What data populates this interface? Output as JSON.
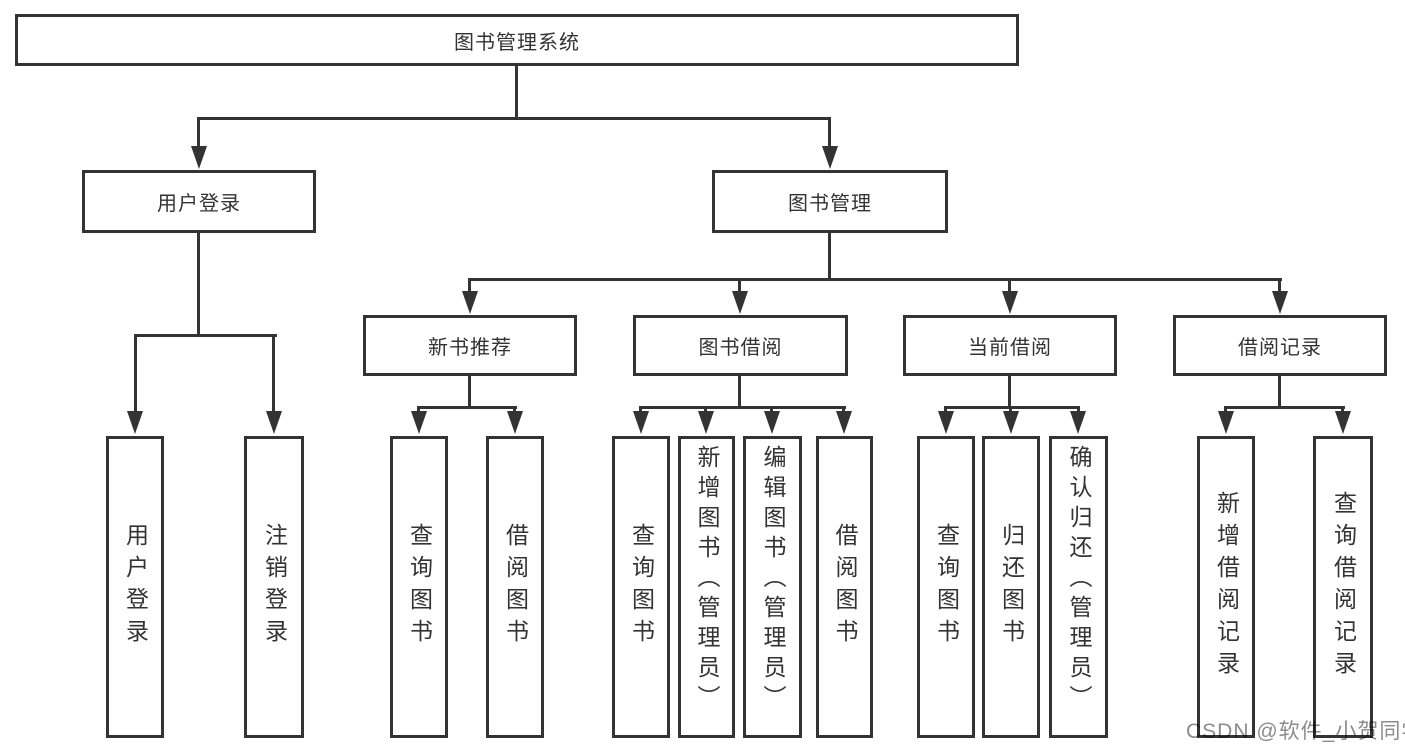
{
  "colors": {
    "line": "#333333",
    "text": "#333333",
    "background": "#ffffff",
    "watermark": "#8c8c8c"
  },
  "tree": {
    "root": {
      "label": "图书管理系统"
    },
    "level2": [
      {
        "label": "用户登录"
      },
      {
        "label": "图书管理"
      }
    ],
    "level3": [
      {
        "label": "新书推荐",
        "parent": "图书管理"
      },
      {
        "label": "图书借阅",
        "parent": "图书管理"
      },
      {
        "label": "当前借阅",
        "parent": "图书管理"
      },
      {
        "label": "借阅记录",
        "parent": "图书管理"
      }
    ],
    "leaves": [
      {
        "label": "用户登录",
        "parent": "用户登录"
      },
      {
        "label": "注销登录",
        "parent": "用户登录"
      },
      {
        "label": "查询图书",
        "parent": "新书推荐"
      },
      {
        "label": "借阅图书",
        "parent": "新书推荐"
      },
      {
        "label": "查询图书",
        "parent": "图书借阅"
      },
      {
        "label": "新增图书（管理员）",
        "parent": "图书借阅"
      },
      {
        "label": "编辑图书（管理员）",
        "parent": "图书借阅"
      },
      {
        "label": "借阅图书",
        "parent": "图书借阅"
      },
      {
        "label": "查询图书",
        "parent": "当前借阅"
      },
      {
        "label": "归还图书",
        "parent": "当前借阅"
      },
      {
        "label": "确认归还（管理员）",
        "parent": "当前借阅"
      },
      {
        "label": "新增借阅记录",
        "parent": "借阅记录"
      },
      {
        "label": "查询借阅记录",
        "parent": "借阅记录"
      }
    ]
  },
  "watermark": {
    "text": "CSDN @软件_小贺同学"
  }
}
